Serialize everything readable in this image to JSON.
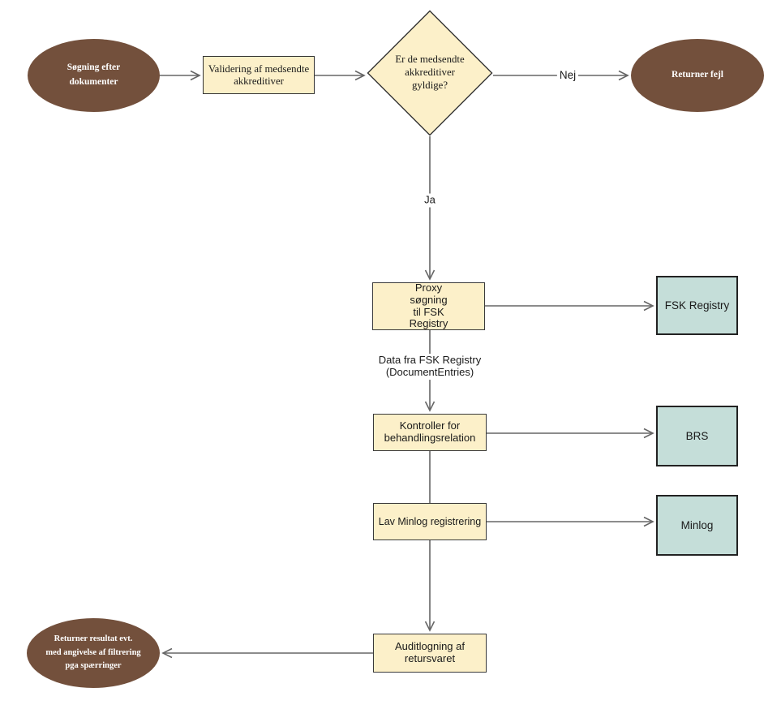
{
  "diagram": {
    "type": "flowchart",
    "language": "Danish",
    "colors": {
      "terminator_fill": "#73503C",
      "terminator_text": "#FFFFFF",
      "process_fill": "#FCF0C9",
      "external_system_fill": "#C5DED9",
      "connector_line": "#666666",
      "shape_border": "#333333",
      "text": "#1A1A1A",
      "background": "#FFFFFF"
    },
    "nodes": {
      "start": {
        "shape": "ellipse",
        "label": "Søgning efter\ndokumenter"
      },
      "validate": {
        "shape": "rectangle",
        "label": "Validering af medsendte\nakkreditiver"
      },
      "decision": {
        "shape": "diamond",
        "label": "Er de medsendte\nakkreditiver\ngyldige?"
      },
      "error": {
        "shape": "ellipse",
        "label": "Returner fejl"
      },
      "proxy": {
        "shape": "rectangle",
        "label": "Proxy\nsøgning\ntil FSK\nRegistry"
      },
      "fsk_registry": {
        "shape": "rectangle",
        "label": "FSK Registry"
      },
      "brs_check": {
        "shape": "rectangle",
        "label": "Kontroller for\nbehandlingsrelation"
      },
      "brs": {
        "shape": "rectangle",
        "label": "BRS"
      },
      "minlog_action": {
        "shape": "rectangle",
        "label": "Lav Minlog registrering"
      },
      "minlog": {
        "shape": "rectangle",
        "label": "Minlog"
      },
      "audit": {
        "shape": "rectangle",
        "label": "Auditlogning af\nretursvaret"
      },
      "result": {
        "shape": "ellipse",
        "label": "Returner resultat evt.\nmed angivelse af filtrering\npga spærringer"
      }
    },
    "edge_labels": {
      "no": "Nej",
      "yes": "Ja",
      "data": "Data fra FSK Registry\n(DocumentEntries)"
    },
    "edges": [
      {
        "from": "start",
        "to": "validate",
        "label": ""
      },
      {
        "from": "validate",
        "to": "decision",
        "label": ""
      },
      {
        "from": "decision",
        "to": "error",
        "label": "Nej"
      },
      {
        "from": "decision",
        "to": "proxy",
        "label": "Ja"
      },
      {
        "from": "proxy",
        "to": "fsk_registry",
        "label": ""
      },
      {
        "from": "proxy",
        "to": "brs_check",
        "label": "Data fra FSK Registry (DocumentEntries)"
      },
      {
        "from": "brs_check",
        "to": "brs",
        "label": ""
      },
      {
        "from": "brs_check",
        "to": "minlog_action",
        "label": ""
      },
      {
        "from": "minlog_action",
        "to": "minlog",
        "label": ""
      },
      {
        "from": "minlog_action",
        "to": "audit",
        "label": ""
      },
      {
        "from": "audit",
        "to": "result",
        "label": ""
      }
    ]
  }
}
